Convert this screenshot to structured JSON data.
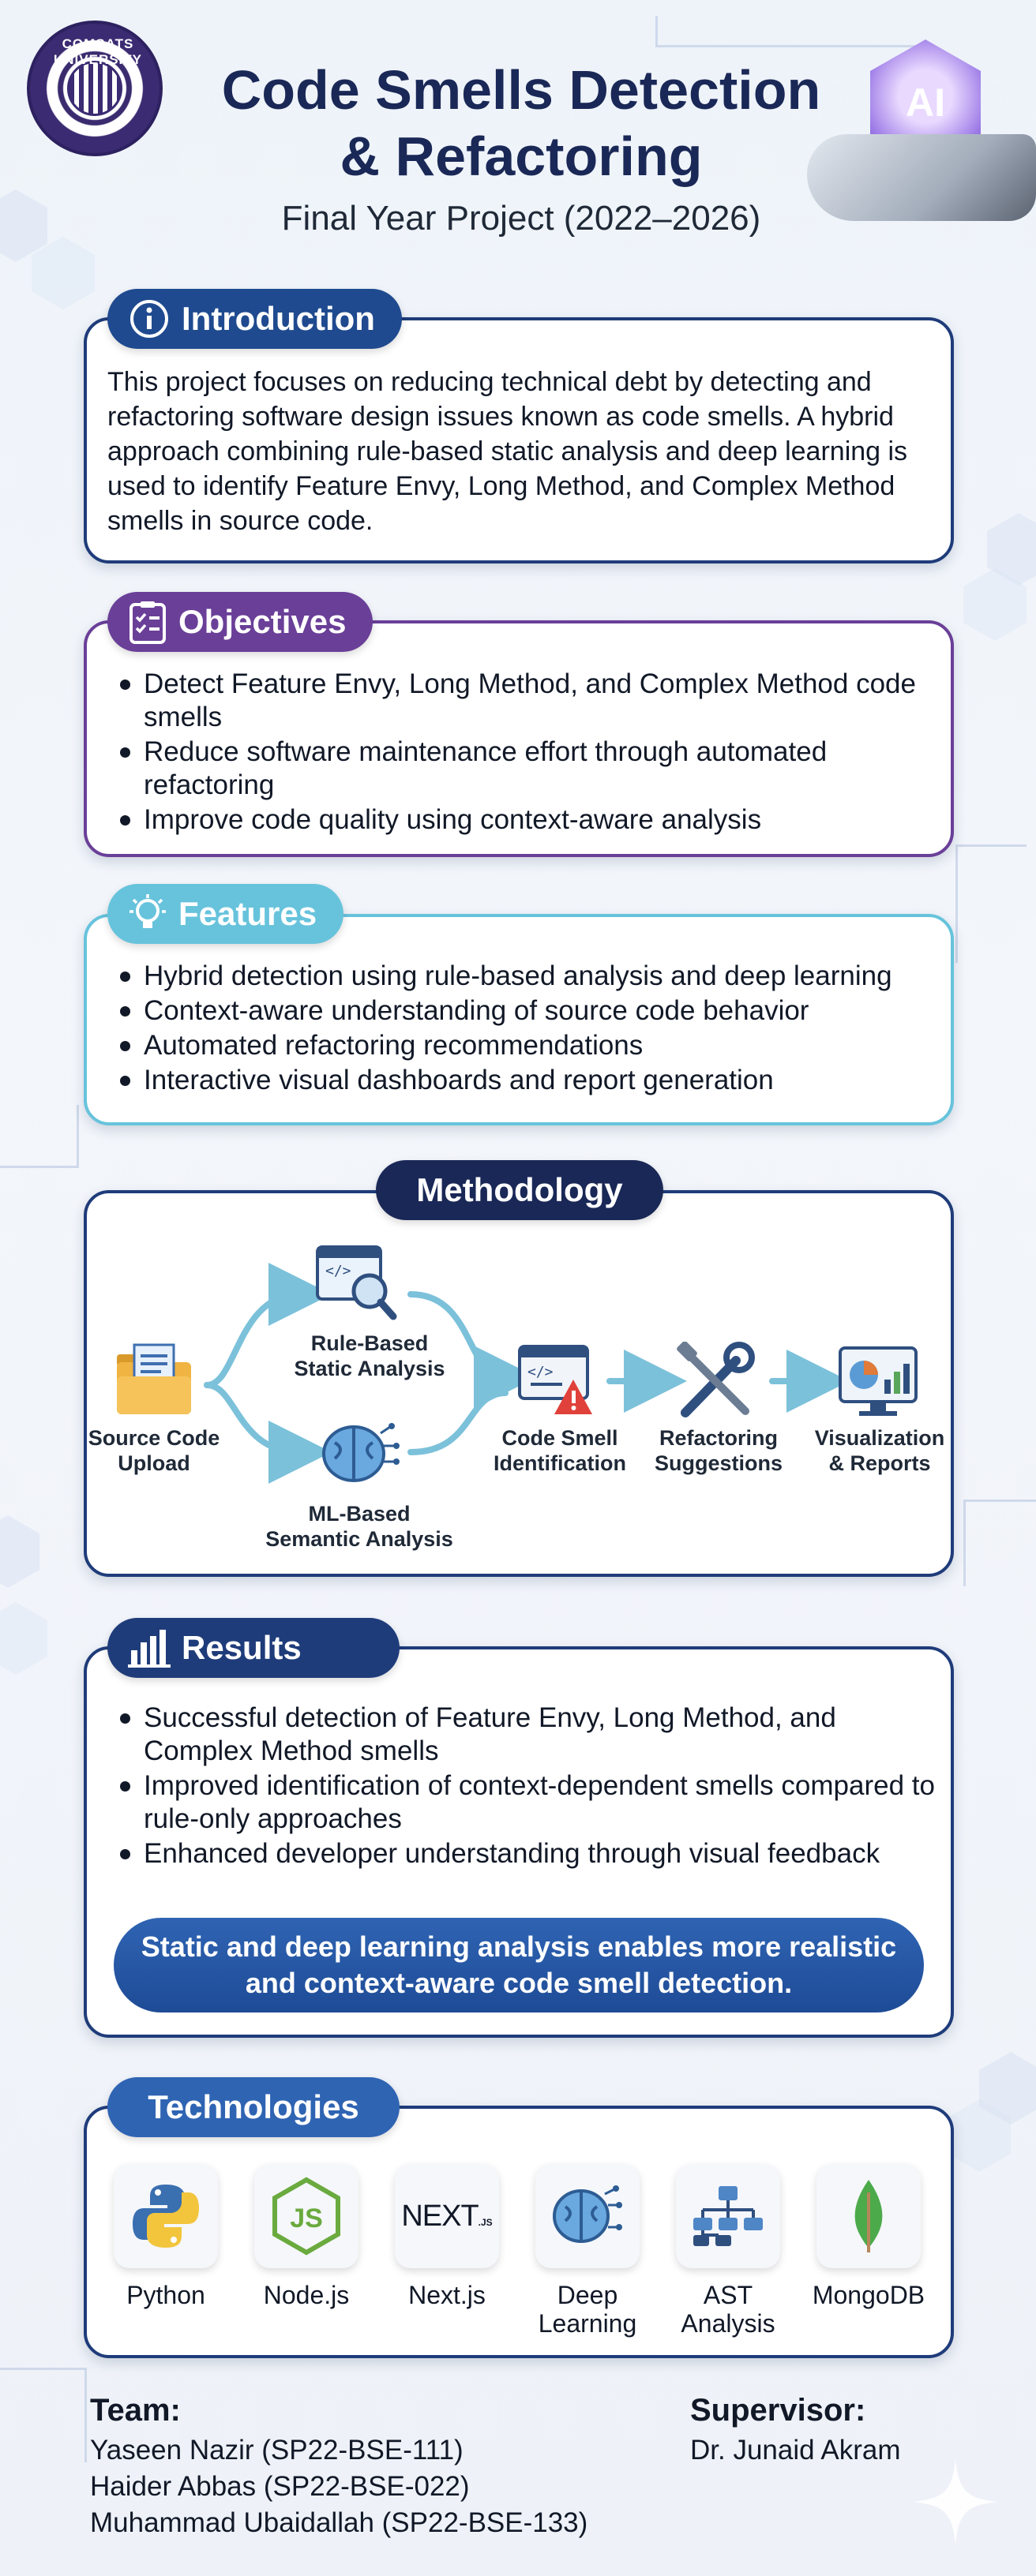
{
  "header": {
    "logo_text": "COMSATS UNIVERSITY",
    "title_line1": "Code Smells Detection",
    "title_line2": "& Refactoring",
    "subtitle": "Final Year Project (2022–2026)",
    "ai_badge": "AI"
  },
  "introduction": {
    "heading": "Introduction",
    "text": "This project focuses on reducing technical debt by detecting and refactoring software design issues known as code smells. A hybrid approach combining rule-based static analysis and deep learning is used to identify Feature Envy, Long Method, and Complex Method smells in source code."
  },
  "objectives": {
    "heading": "Objectives",
    "items": [
      "Detect Feature Envy, Long Method, and Complex Method code smells",
      "Reduce software maintenance effort through automated refactoring",
      "Improve code quality using context-aware analysis"
    ]
  },
  "features": {
    "heading": "Features",
    "items": [
      "Hybrid detection using rule-based analysis and deep learning",
      "Context-aware understanding of source code behavior",
      "Automated refactoring recommendations",
      "Interactive visual dashboards and report generation"
    ]
  },
  "methodology": {
    "heading": "Methodology",
    "steps": {
      "upload": "Source Code\nUpload",
      "rule": "Rule-Based\nStatic Analysis",
      "ml": "ML-Based\nSemantic Analysis",
      "identify": "Code Smell\nIdentification",
      "refactor": "Refactoring\nSuggestions",
      "visual": "Visualization\n& Reports"
    }
  },
  "results": {
    "heading": "Results",
    "items": [
      "Successful detection of Feature Envy, Long Method, and Complex Method smells",
      "Improved identification of context-dependent smells compared to rule-only approaches",
      "Enhanced developer understanding through visual feedback"
    ],
    "banner": "Static and deep learning analysis enables more realistic and context-aware code smell detection."
  },
  "technologies": {
    "heading": "Technologies",
    "items": [
      {
        "label": "Python",
        "icon": "python-icon"
      },
      {
        "label": "Node.js",
        "icon": "nodejs-icon"
      },
      {
        "label": "Next.js",
        "icon": "nextjs-icon"
      },
      {
        "label": "Deep\nLearning",
        "icon": "brain-icon"
      },
      {
        "label": "AST\nAnalysis",
        "icon": "tree-icon"
      },
      {
        "label": "MongoDB",
        "icon": "leaf-icon"
      }
    ],
    "nextjs_logo": "NEXT",
    "nextjs_sub": ".JS"
  },
  "team": {
    "heading": "Team:",
    "members": [
      "Yaseen Nazir (SP22-BSE-111)",
      "Haider Abbas (SP22-BSE-022)",
      "Muhammad Ubaidallah (SP22-BSE-133)"
    ]
  },
  "supervisor": {
    "heading": "Supervisor:",
    "name": "Dr. Junaid Akram"
  },
  "colors": {
    "navy": "#1a2857",
    "intro_pill": "#1f4a8f",
    "objectives_pill": "#6a3f98",
    "features_pill": "#67c3dc",
    "results_pill": "#1f3c7a",
    "tech_pill": "#2f64b3",
    "arrow": "#7cc1da"
  }
}
